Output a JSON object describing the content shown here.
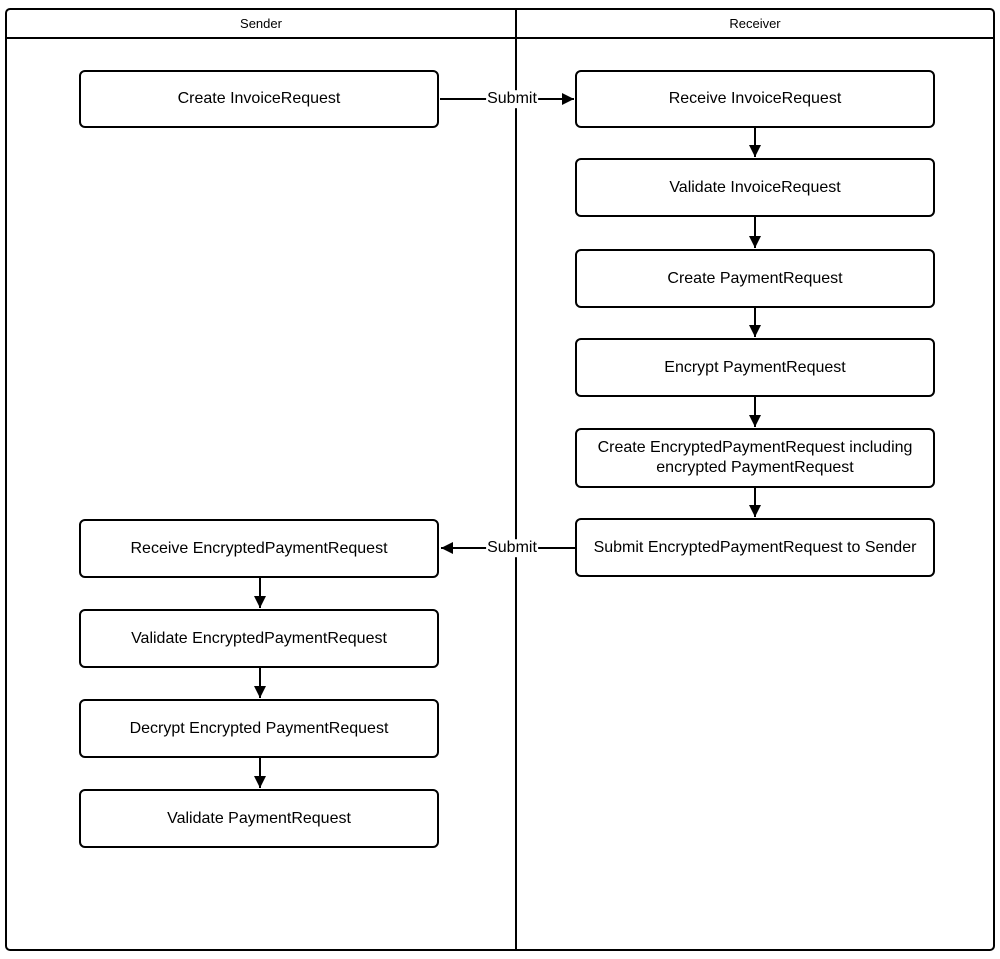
{
  "diagram_type": "flowchart-swimlane",
  "colors": {
    "line": "#000000",
    "node_fill": "#ffffff",
    "background": "#ffffff"
  },
  "lanes": {
    "sender": {
      "label": "Sender"
    },
    "receiver": {
      "label": "Receiver"
    }
  },
  "sender_boxes": [
    {
      "label": "Create InvoiceRequest"
    },
    {
      "label": "Receive EncryptedPaymentRequest"
    },
    {
      "label": "Validate EncryptedPaymentRequest"
    },
    {
      "label": "Decrypt Encrypted PaymentRequest"
    },
    {
      "label": "Validate PaymentRequest"
    }
  ],
  "receiver_boxes": [
    {
      "label": "Receive InvoiceRequest"
    },
    {
      "label": "Validate InvoiceRequest"
    },
    {
      "label": "Create PaymentRequest"
    },
    {
      "label": "Encrypt PaymentRequest"
    },
    {
      "label": "Create EncryptedPaymentRequest including encrypted PaymentRequest"
    },
    {
      "label": "Submit EncryptedPaymentRequest to Sender"
    }
  ],
  "connectors": {
    "submit_to_receiver": {
      "label": "Submit",
      "from": "Create InvoiceRequest",
      "to": "Receive InvoiceRequest"
    },
    "submit_to_sender": {
      "label": "Submit",
      "from": "Submit EncryptedPaymentRequest to Sender",
      "to": "Receive EncryptedPaymentRequest"
    }
  }
}
